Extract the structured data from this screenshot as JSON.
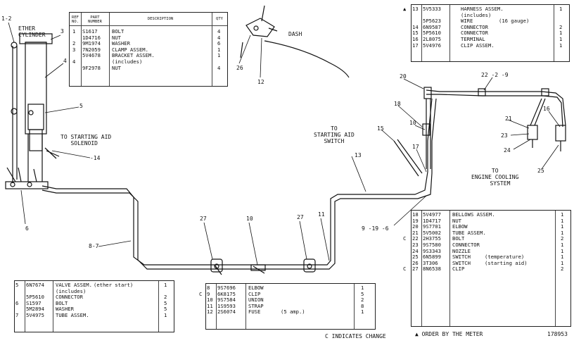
{
  "title_parts": {
    "ref": "REF\nNO.",
    "part": "PART\nNUMBER",
    "desc": "DESCRIPTION",
    "qty": "QTY",
    "rows": [
      {
        "ref": "1",
        "mark": "",
        "part": "S1617",
        "desc": "BOLT",
        "qty": "4"
      },
      {
        "ref": "",
        "mark": "",
        "part": "1D4716",
        "desc": "NUT",
        "qty": "4"
      },
      {
        "ref": "2",
        "mark": "",
        "part": "9M1974",
        "desc": "WASHER",
        "qty": "6"
      },
      {
        "ref": "3",
        "mark": "",
        "part": "7N2059",
        "desc": "CLAMP ASSEM.",
        "qty": "1"
      },
      {
        "ref": "",
        "mark": "",
        "part": "5V4678",
        "desc": "BRACKET ASSEM.",
        "qty": "1"
      },
      {
        "ref": "4",
        "mark": "",
        "part": "",
        "desc": "(includes)",
        "qty": ""
      },
      {
        "ref": "",
        "mark": "",
        "part": "9F2978",
        "desc": "NUT",
        "qty": "4"
      }
    ]
  },
  "harness_parts": {
    "rows": [
      {
        "ref": "13",
        "mark": "▲",
        "part": "5V5333",
        "desc": "HARNESS ASSEM.",
        "qty": "1"
      },
      {
        "ref": "",
        "mark": "",
        "part": "",
        "desc": "(includes)",
        "qty": ""
      },
      {
        "ref": "",
        "mark": "",
        "part": "5P5623",
        "desc": "WIRE",
        "note": "(16 gauge)",
        "qty": ""
      },
      {
        "ref": "14",
        "mark": "",
        "part": "6N9587",
        "desc": "CONNECTOR",
        "qty": "2"
      },
      {
        "ref": "15",
        "mark": "",
        "part": "5P5610",
        "desc": "CONNECTOR",
        "qty": "1"
      },
      {
        "ref": "16",
        "mark": "",
        "part": "2L8075",
        "desc": "TERMINAL",
        "qty": "1"
      },
      {
        "ref": "17",
        "mark": "",
        "part": "5V4976",
        "desc": "CLIP ASSEM.",
        "qty": "1"
      }
    ]
  },
  "bellows_parts": {
    "rows": [
      {
        "ref": "18",
        "mark": "",
        "part": "5V4977",
        "desc": "BELLOWS ASSEM.",
        "qty": "1"
      },
      {
        "ref": "19",
        "mark": "",
        "part": "1D4717",
        "desc": "NUT",
        "qty": "1"
      },
      {
        "ref": "20",
        "mark": "",
        "part": "9S7701",
        "desc": "ELBOW",
        "qty": "1"
      },
      {
        "ref": "21",
        "mark": "",
        "part": "5V5002",
        "desc": "TUBE ASSEM.",
        "qty": "1"
      },
      {
        "ref": "22",
        "mark": "C",
        "part": "2H3755",
        "desc": "BOLT",
        "qty": "2"
      },
      {
        "ref": "23",
        "mark": "",
        "part": "9S7580",
        "desc": "CONNECTOR",
        "qty": "1"
      },
      {
        "ref": "24",
        "mark": "",
        "part": "9S3343",
        "desc": "NOZZLE",
        "qty": "1"
      },
      {
        "ref": "25",
        "mark": "",
        "part": "6N5899",
        "desc": "SWITCH",
        "note": "(temperature)",
        "qty": "1"
      },
      {
        "ref": "26",
        "mark": "",
        "part": "3T306",
        "desc": "SWITCH",
        "note": "(starting aid)",
        "qty": "1"
      },
      {
        "ref": "27",
        "mark": "C",
        "part": "8N6538",
        "desc": "CLIP",
        "qty": "2"
      }
    ]
  },
  "valve_parts": {
    "rows": [
      {
        "ref": "5",
        "mark": "",
        "part": "6N7674",
        "desc": "VALVE ASSEM.",
        "note": "(ether start)",
        "qty": "1"
      },
      {
        "ref": "",
        "mark": "",
        "part": "",
        "desc": "(includes)",
        "qty": ""
      },
      {
        "ref": "",
        "mark": "",
        "part": "5P5610",
        "desc": "CONNECTOR",
        "qty": "2"
      },
      {
        "ref": "6",
        "mark": "",
        "part": "S1597",
        "desc": "BOLT",
        "qty": "5"
      },
      {
        "ref": "",
        "mark": "",
        "part": "5M2894",
        "desc": "WASHER",
        "qty": "5"
      },
      {
        "ref": "7",
        "mark": "",
        "part": "5V4975",
        "desc": "TUBE ASSEM.",
        "qty": "1"
      }
    ]
  },
  "elbow_parts": {
    "rows": [
      {
        "ref": "8",
        "mark": "",
        "part": "9S7696",
        "desc": "ELBOW",
        "qty": "1"
      },
      {
        "ref": "9",
        "mark": "C",
        "part": "6K8175",
        "desc": "CLIP",
        "qty": "5"
      },
      {
        "ref": "10",
        "mark": "",
        "part": "9S7584",
        "desc": "UNION",
        "qty": "2"
      },
      {
        "ref": "11",
        "mark": "",
        "part": "1S9593",
        "desc": "STRAP",
        "qty": "8"
      },
      {
        "ref": "12",
        "mark": "",
        "part": "2S6074",
        "desc": "FUSE",
        "note": "(5 amp.)",
        "qty": "1"
      }
    ]
  },
  "callouts": {
    "c1_2": "1-2",
    "c3": "3",
    "c4": "4",
    "c5": "5",
    "c6": "6",
    "c8_7": "8-7",
    "c10a": "10",
    "c10b": "10",
    "c11": "11",
    "c12": "12",
    "c13": "13",
    "c14": "-14",
    "c15": "15",
    "c16": "16",
    "c17": "17",
    "c18": "18",
    "c20": "20",
    "c21": "21",
    "c22": "22 -2 -9",
    "c23": "23",
    "c24": "24",
    "c25": "25",
    "c26": "26",
    "c27a": "27",
    "c27b": "27",
    "c9_19_6": "9 -19 -6"
  },
  "labels": {
    "ether_cylinder": "ETHER\nCYLINDER",
    "dash": "DASH",
    "to_solenoid": "TO STARTING AID\n   SOLENOID",
    "to_switch": "TO\nSTARTING AID\nSWITCH",
    "to_cooling": "TO\nENGINE COOLING\n   SYSTEM",
    "c_indicates": "C INDICATES CHANGE",
    "order_by_meter": "▲ ORDER BY THE METER",
    "fig_no": "178953"
  }
}
